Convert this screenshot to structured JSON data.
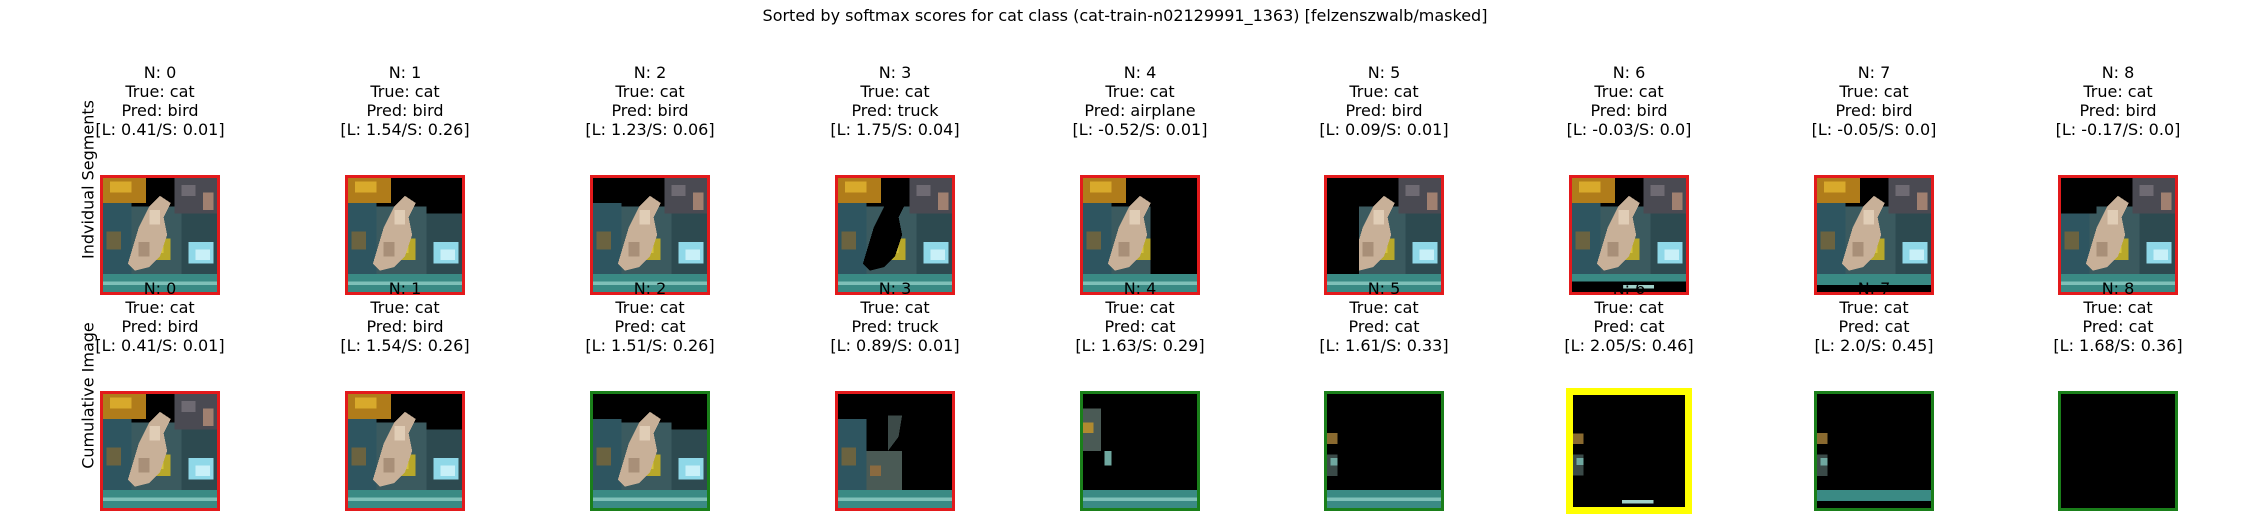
{
  "title": "Sorted by softmax scores for cat class (cat-train-n02129991_1363) [felzenszwalb/masked]",
  "colors": {
    "red": "#e31a1c",
    "green": "#1a7f1a",
    "yellow": "#ffff00"
  },
  "rows": [
    {
      "label": "Indvidual Segments",
      "cells": [
        {
          "n": "N: 0",
          "true": "True: cat",
          "pred": "Pred: bird",
          "ls": "[L: 0.41/S: 0.01]",
          "border": "red",
          "view": "full"
        },
        {
          "n": "N: 1",
          "true": "True: cat",
          "pred": "Pred: bird",
          "ls": "[L: 1.54/S: 0.26]",
          "border": "red",
          "view": "no-topright"
        },
        {
          "n": "N: 2",
          "true": "True: cat",
          "pred": "Pred: bird",
          "ls": "[L: 1.23/S: 0.06]",
          "border": "red",
          "view": "no-topleft"
        },
        {
          "n": "N: 3",
          "true": "True: cat",
          "pred": "Pred: truck",
          "ls": "[L: 1.75/S: 0.04]",
          "border": "red",
          "view": "no-cat"
        },
        {
          "n": "N: 4",
          "true": "True: cat",
          "pred": "Pred: airplane",
          "ls": "[L: -0.52/S: 0.01]",
          "border": "red",
          "view": "no-right"
        },
        {
          "n": "N: 5",
          "true": "True: cat",
          "pred": "Pred: bird",
          "ls": "[L: 0.09/S: 0.01]",
          "border": "red",
          "view": "no-left"
        },
        {
          "n": "N: 6",
          "true": "True: cat",
          "pred": "Pred: bird",
          "ls": "[L: -0.03/S: 0.0]",
          "border": "red",
          "view": "no-bottom"
        },
        {
          "n": "N: 7",
          "true": "True: cat",
          "pred": "Pred: bird",
          "ls": "[L: -0.05/S: 0.0]",
          "border": "red",
          "view": "no-bottom2"
        },
        {
          "n": "N: 8",
          "true": "True: cat",
          "pred": "Pred: bird",
          "ls": "[L: -0.17/S: 0.0]",
          "border": "red",
          "view": "no-topleft2"
        }
      ]
    },
    {
      "label": "Cumulative Image",
      "cells": [
        {
          "n": "N: 0",
          "true": "True: cat",
          "pred": "Pred: bird",
          "ls": "[L: 0.41/S: 0.01]",
          "border": "red",
          "view": "full"
        },
        {
          "n": "N: 1",
          "true": "True: cat",
          "pred": "Pred: bird",
          "ls": "[L: 1.54/S: 0.26]",
          "border": "red",
          "view": "no-topright"
        },
        {
          "n": "N: 2",
          "true": "True: cat",
          "pred": "Pred: cat",
          "ls": "[L: 1.51/S: 0.26]",
          "border": "green",
          "view": "cum2"
        },
        {
          "n": "N: 3",
          "true": "True: cat",
          "pred": "Pred: truck",
          "ls": "[L: 0.89/S: 0.01]",
          "border": "red",
          "view": "cum3"
        },
        {
          "n": "N: 4",
          "true": "True: cat",
          "pred": "Pred: cat",
          "ls": "[L: 1.63/S: 0.29]",
          "border": "green",
          "view": "cum4"
        },
        {
          "n": "N: 5",
          "true": "True: cat",
          "pred": "Pred: cat",
          "ls": "[L: 1.61/S: 0.33]",
          "border": "green",
          "view": "cum5"
        },
        {
          "n": "N: 6",
          "true": "True: cat",
          "pred": "Pred: cat",
          "ls": "[L: 2.05/S: 0.46]",
          "border": "yellow",
          "view": "cum6"
        },
        {
          "n": "N: 7",
          "true": "True: cat",
          "pred": "Pred: cat",
          "ls": "[L: 2.0/S: 0.45]",
          "border": "green",
          "view": "cum7"
        },
        {
          "n": "N: 8",
          "true": "True: cat",
          "pred": "Pred: cat",
          "ls": "[L: 1.68/S: 0.36]",
          "border": "green",
          "view": "black"
        }
      ]
    }
  ]
}
